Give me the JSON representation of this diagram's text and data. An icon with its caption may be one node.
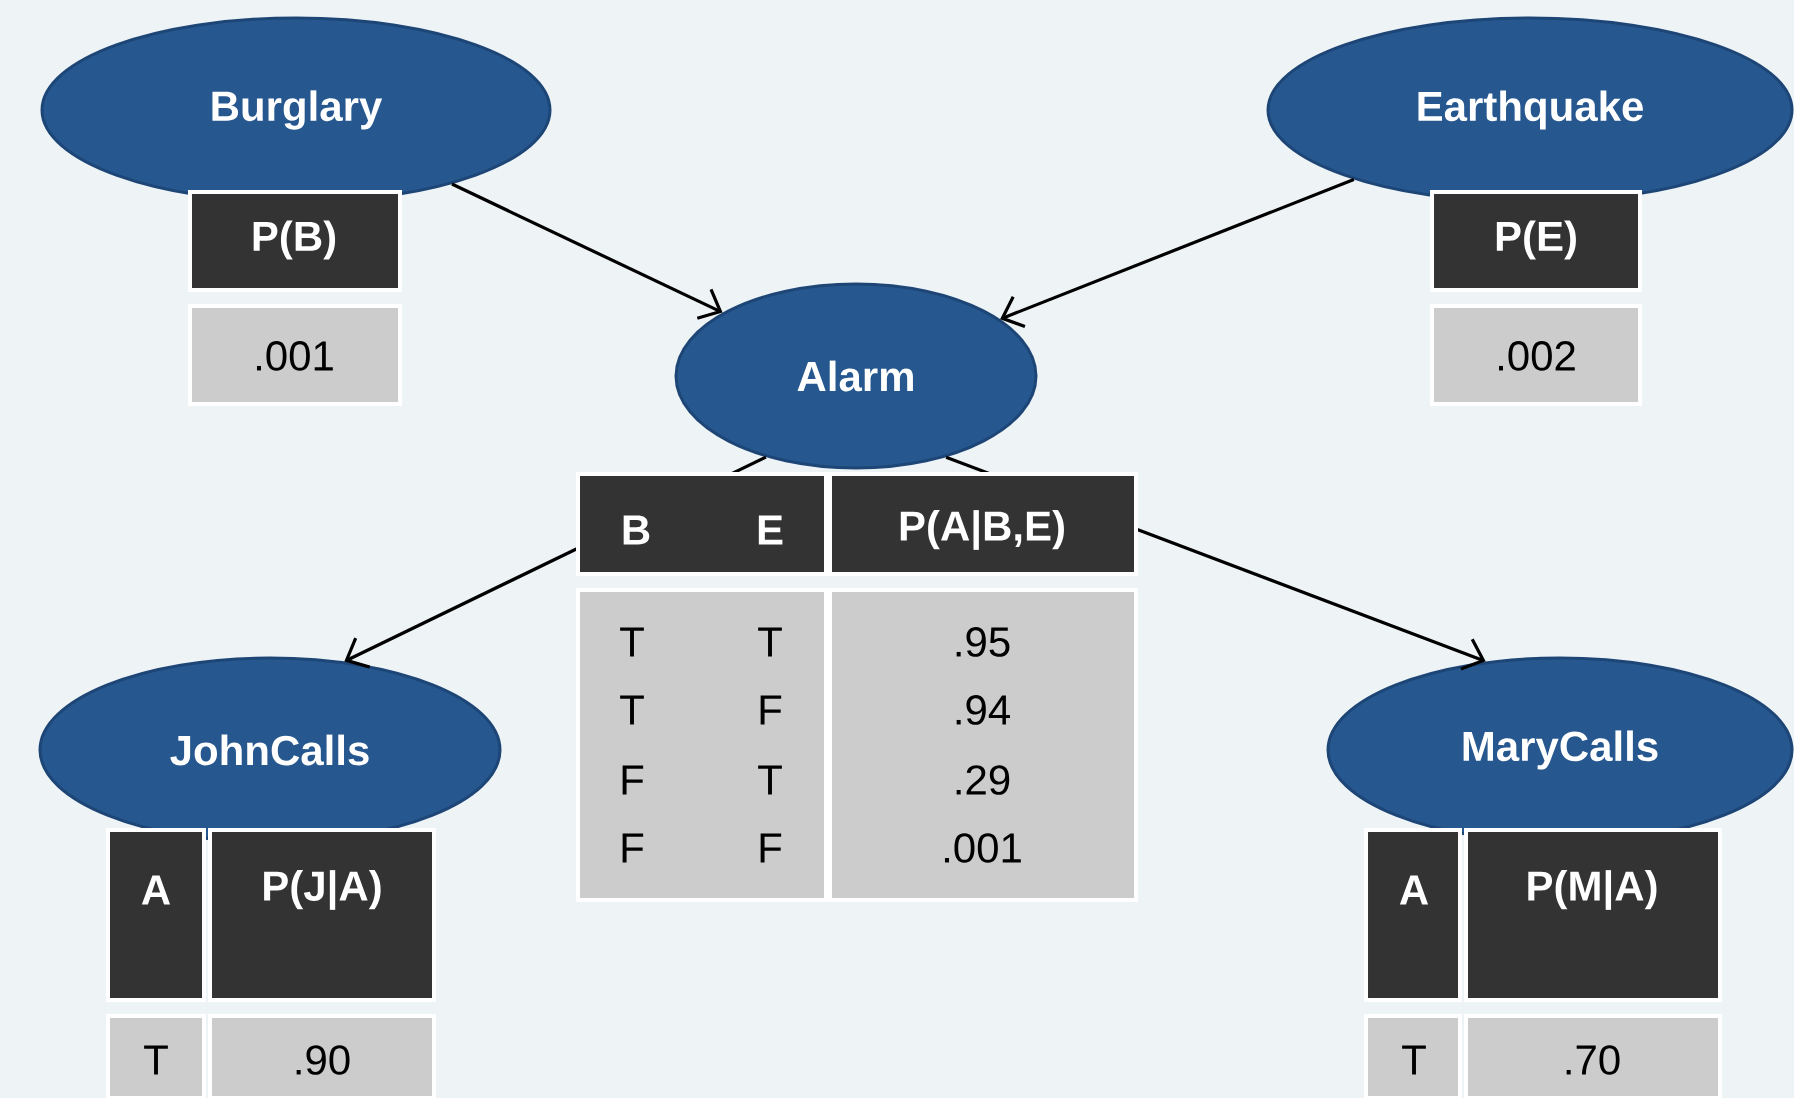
{
  "diagram": {
    "nodes": [
      {
        "text": [
          "Burglary"
        ]
      },
      {
        "text": [
          "Earthquake"
        ]
      },
      {
        "text": [
          "Alarm"
        ]
      },
      {
        "text": [
          "JohnCalls"
        ]
      },
      {
        "text": [
          "MaryCalls"
        ]
      }
    ],
    "edges": [
      {
        "from": 0,
        "to": 2,
        "arrow": "to"
      },
      {
        "from": 1,
        "to": 2,
        "arrow": "to"
      },
      {
        "from": 2,
        "to": 3,
        "arrow": "to"
      },
      {
        "from": 2,
        "to": 4,
        "arrow": "to"
      }
    ],
    "labels": [
      "P(B)",
      ".001",
      "P(E)",
      ".002",
      "B",
      "E",
      "P(A|B,E)",
      "T",
      "T",
      ".95",
      "T",
      "F",
      ".94",
      "F",
      "T",
      ".29",
      "F",
      "F",
      ".001",
      "A",
      "P(J|A)",
      "T",
      ".90",
      "A",
      "P(M|A)",
      "T",
      ".70"
    ]
  }
}
